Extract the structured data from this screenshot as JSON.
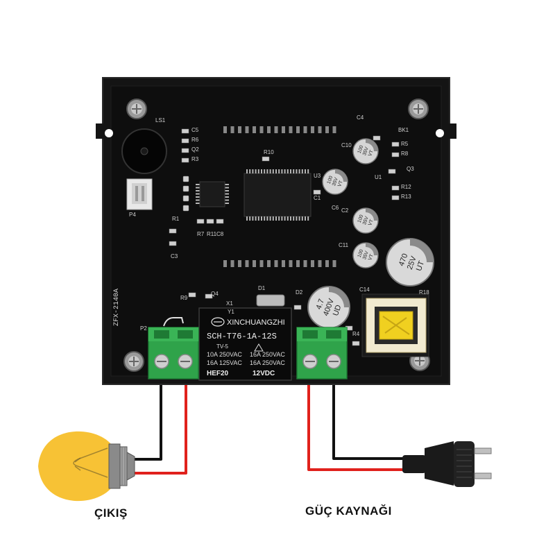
{
  "labels": {
    "output": "ÇIKIŞ",
    "power": "GÜÇ KAYNAĞI"
  },
  "board": {
    "model": "ZFX-2140A",
    "silkscreen": [
      "LS1",
      "C5",
      "R6",
      "Q2",
      "R3",
      "R10",
      "U3",
      "C4",
      "C10",
      "BK1",
      "R5",
      "R8",
      "Q3",
      "U1",
      "R12",
      "R13",
      "C1",
      "C6",
      "C2",
      "P4",
      "R1",
      "R7",
      "R11",
      "C8",
      "C3",
      "C11",
      "C14",
      "R18",
      "D1",
      "D2",
      "R9",
      "Q4",
      "X1",
      "Y1",
      "P2",
      "R4"
    ]
  },
  "relay": {
    "brand": "XINCHUANGZHI",
    "model": "SCH-T76-1A-12S",
    "spec_left": [
      "TV-5",
      "10A 250VAC",
      "16A 125VAC"
    ],
    "spec_right": [
      "16A 250VAC",
      "16A 250VAC"
    ],
    "footer_left": "HEF20",
    "footer_right": "12VDC"
  },
  "capacitors": {
    "small": [
      "100",
      "35V",
      "VT"
    ],
    "large": [
      "470",
      "25V",
      "UT"
    ],
    "hv": [
      "4.7",
      "400V",
      "UD"
    ]
  },
  "colors": {
    "board": "#111111",
    "terminal": "#2fa34a",
    "wire_red": "#e0211c",
    "wire_black": "#111111",
    "bulb": "#f7c235",
    "transformer_core": "#f0d020"
  }
}
